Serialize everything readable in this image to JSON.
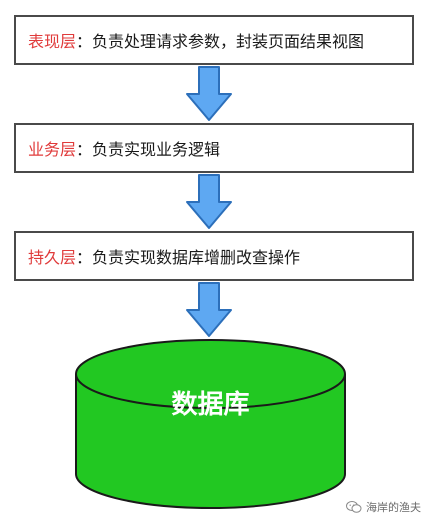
{
  "layers": [
    {
      "name": "表现层",
      "separator": "：",
      "description": "负责处理请求参数，封装页面结果视图"
    },
    {
      "name": "业务层",
      "separator": "：",
      "description": "负责实现业务逻辑"
    },
    {
      "name": "持久层",
      "separator": "：",
      "description": "负责实现数据库增删改查操作"
    }
  ],
  "database": {
    "label": "数据库"
  },
  "watermark": {
    "text": "海岸的渔夫"
  },
  "colors": {
    "layer_name": "#e03b3b",
    "arrow_fill": "#5ea8f2",
    "arrow_stroke": "#2c6fba",
    "database_fill": "#22c822",
    "database_stroke": "#1a1a1a",
    "box_border": "#4a4a4a"
  }
}
